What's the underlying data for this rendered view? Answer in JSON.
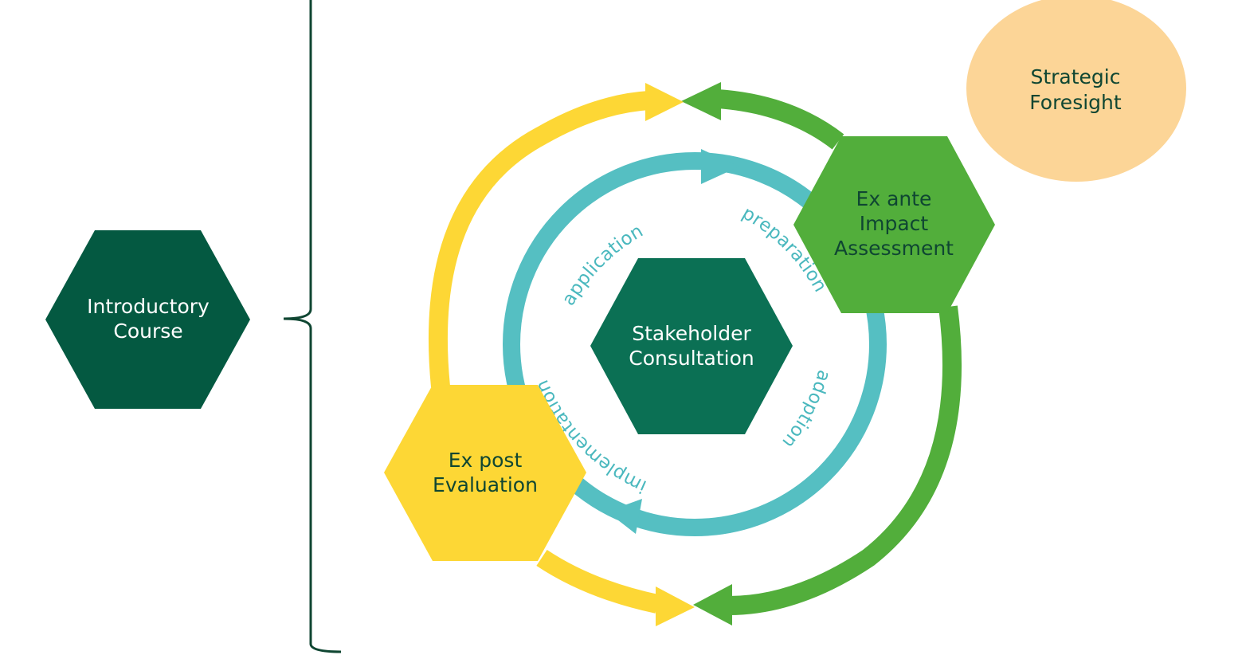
{
  "diagram": {
    "intro": {
      "line1": "Introductory",
      "line2": "Course",
      "color": "#045941"
    },
    "center": {
      "line1": "Stakeholder",
      "line2": "Consultation",
      "color": "#0b7054"
    },
    "ex_ante": {
      "line1": "Ex ante",
      "line2": "Impact",
      "line3": "Assessment",
      "color": "#52ae3b"
    },
    "ex_post": {
      "line1": "Ex post",
      "line2": "Evaluation",
      "color": "#fdd735"
    },
    "foresight": {
      "line1": "Strategic",
      "line2": "Foresight",
      "color": "#fcd597"
    },
    "cycle_labels": {
      "application": "application",
      "preparation": "preparation",
      "adoption": "adoption",
      "implementation": "implementation"
    },
    "colors": {
      "teal_ring": "#55bfc2",
      "yellow_arrow": "#fdd735",
      "green_arrow": "#52ae3b",
      "brace": "#0f4632",
      "dark_text": "#0f4632",
      "light_text": "#ffffff"
    }
  }
}
